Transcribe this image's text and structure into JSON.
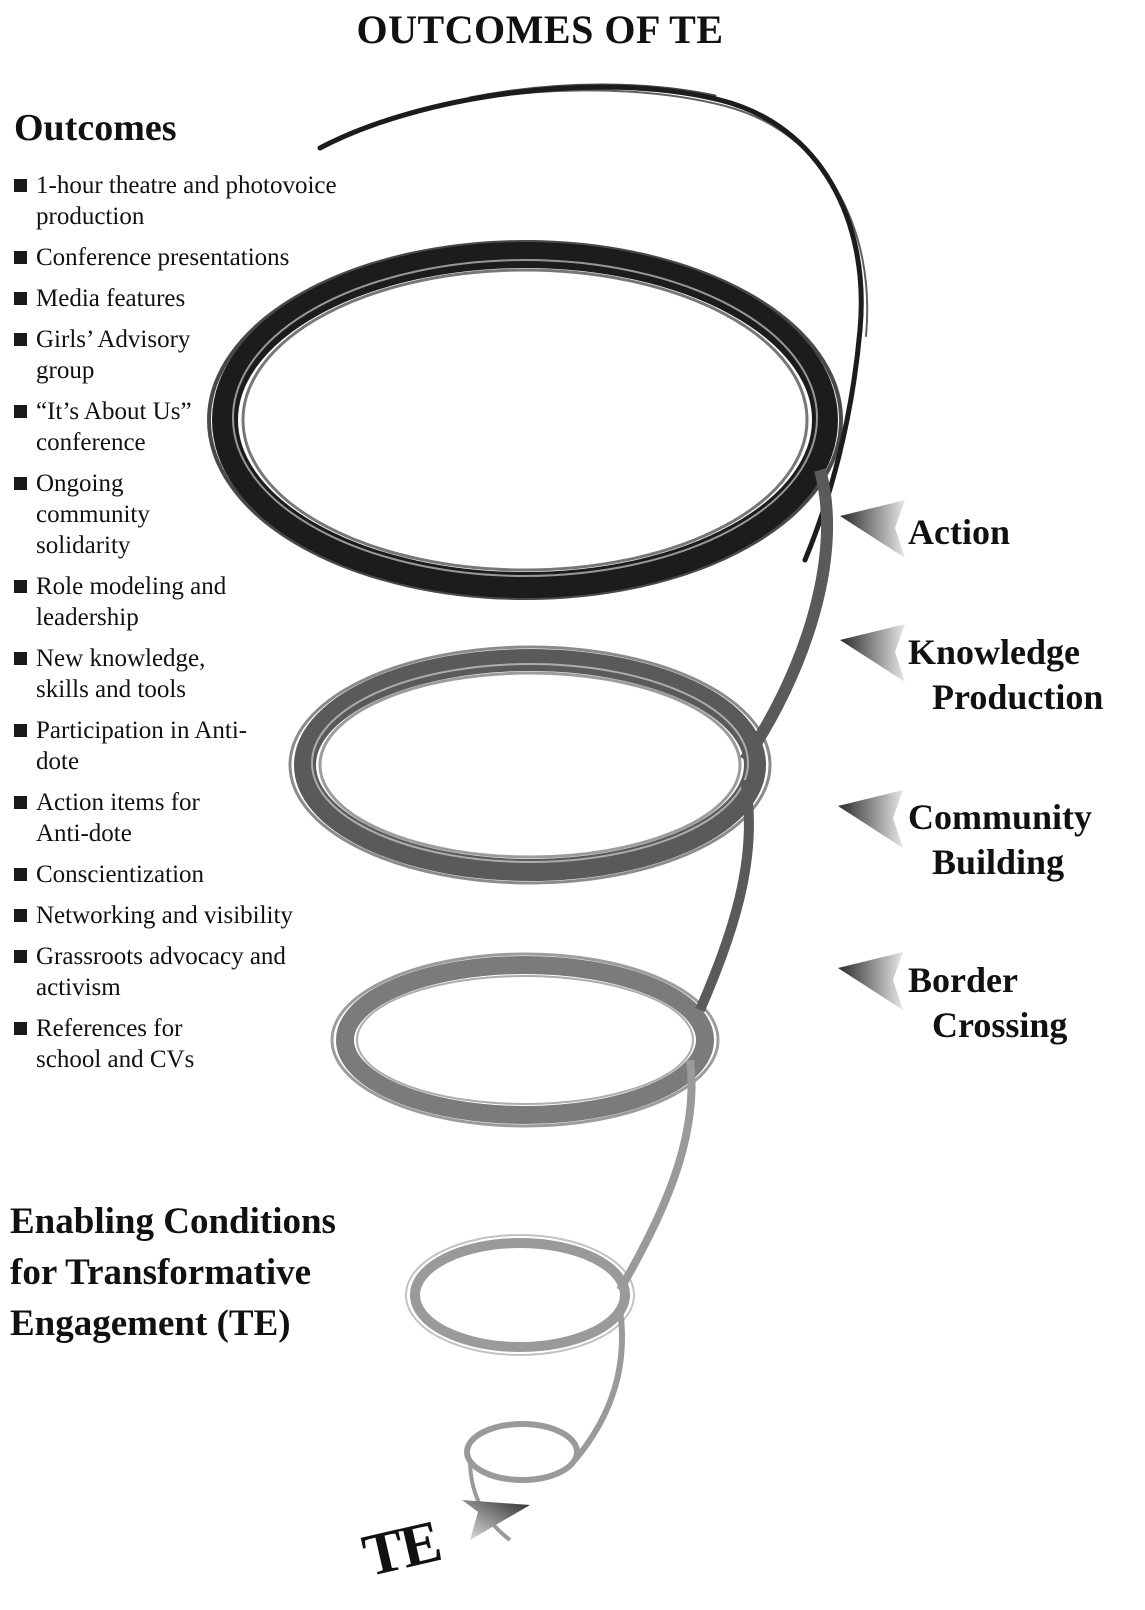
{
  "title": "OUTCOMES OF TE",
  "outcomes": {
    "heading": "Outcomes",
    "items": [
      "1-hour theatre and photovoice production",
      "Conference presentations",
      "Media features",
      "Girls’ Advisory group",
      "“It’s About Us” conference",
      "Ongoing community solidarity",
      "Role modeling and leadership",
      "New knowledge, skills and tools",
      "Participation in Anti-dote",
      "Action items for Anti-dote",
      "Conscientization",
      "Networking and visibility",
      "Grassroots advocacy and activism",
      "References for school and CVs"
    ]
  },
  "stages": [
    {
      "line1": "Action",
      "line2": ""
    },
    {
      "line1": "Knowledge",
      "line2": "Production"
    },
    {
      "line1": "Community",
      "line2": "Building"
    },
    {
      "line1": "Border",
      "line2": "Crossing"
    }
  ],
  "enabling_conditions": "Enabling Conditions for Transformative Engagement (TE)",
  "base_label": "TE",
  "colors": {
    "spiral_dark": "#1c1c1c",
    "spiral_mid": "#5a5a5a",
    "spiral_light": "#9a9a9a",
    "arrow_dark": "#2a2a2a",
    "arrow_light": "#e6e6e6"
  }
}
